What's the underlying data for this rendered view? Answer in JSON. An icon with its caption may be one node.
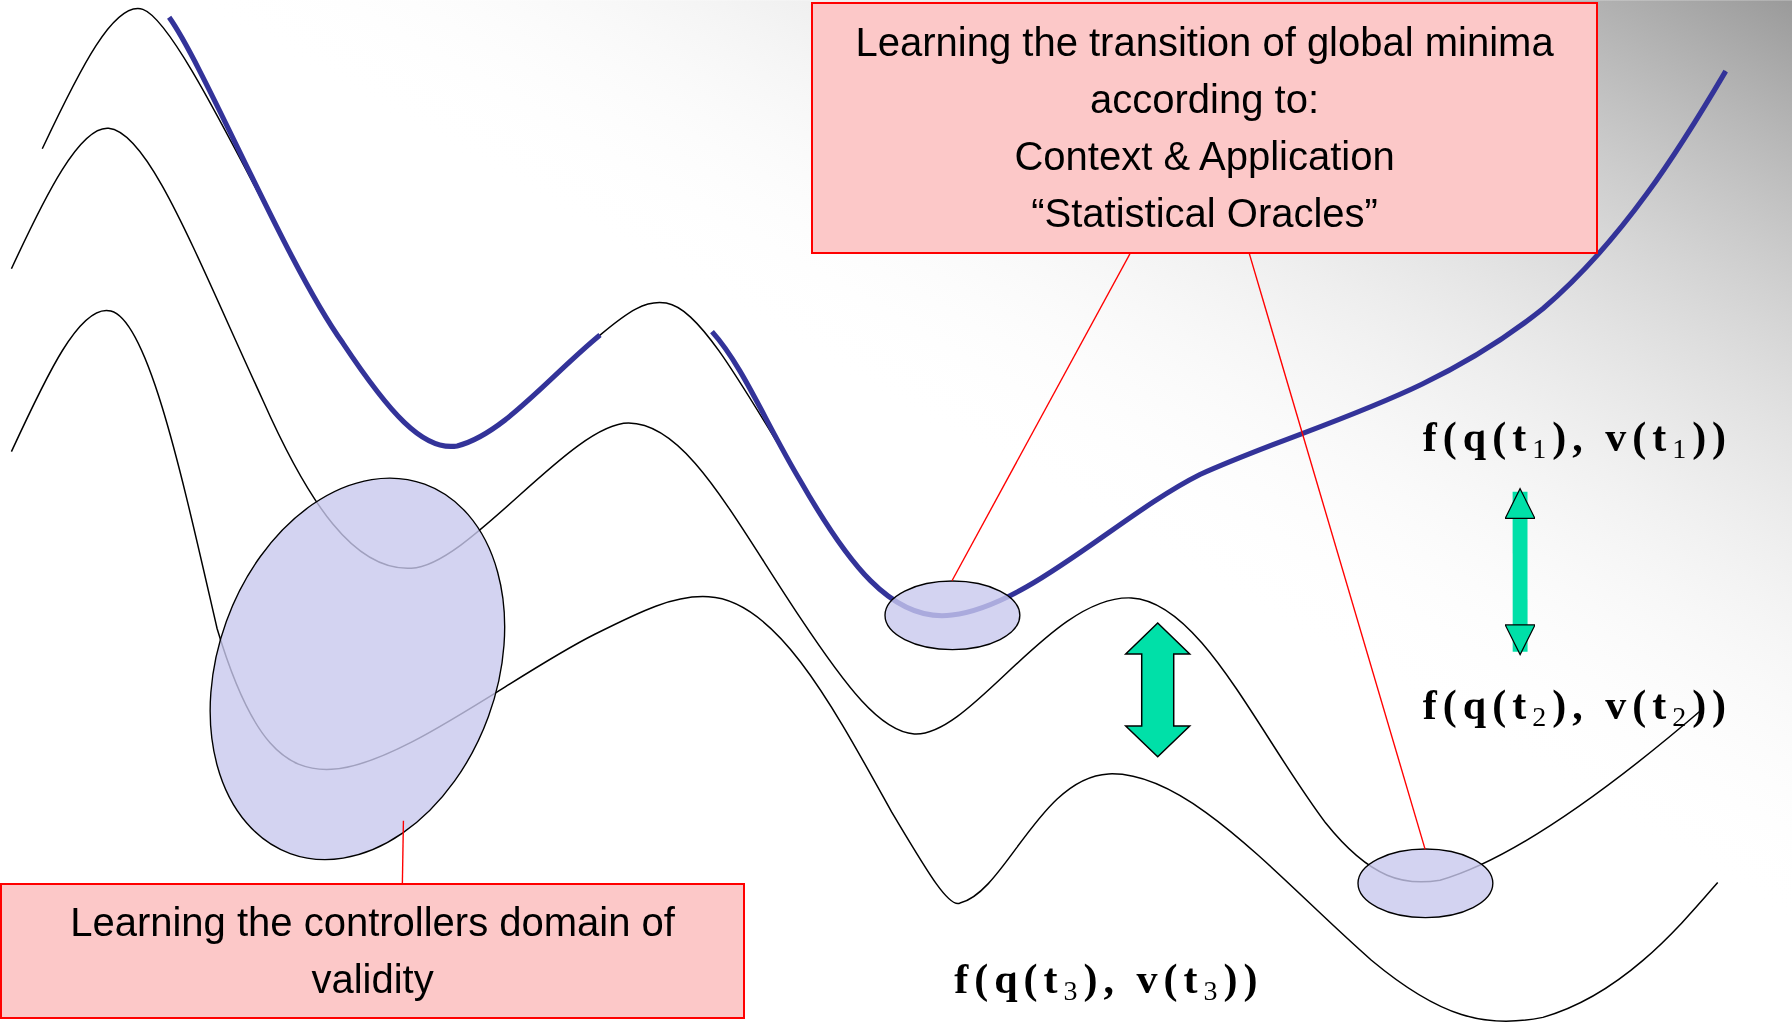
{
  "diagram": {
    "nodes": [
      {
        "text": [
          "Learning the transition of global minima according to:",
          "Context & Application",
          "“Statistical Oracles”"
        ]
      },
      {
        "text": [
          "Learning the controllers domain of validity"
        ]
      },
      {
        "text": [],
        "shape": "ellipse"
      },
      {
        "text": [],
        "shape": "ellipse"
      },
      {
        "text": [],
        "shape": "ellipse"
      },
      {
        "text": [
          "f(q(t$_{1}$), v(t$_{1}$))"
        ]
      },
      {
        "text": [
          "f(q(t$_{2}$), v(t$_{2}$))"
        ]
      },
      {
        "text": [
          "f(q(t$_{3}$), v(t$_{3}$))"
        ]
      }
    ],
    "edges": [
      {
        "from": 0,
        "to": 3,
        "arrow": "none"
      },
      {
        "from": 0,
        "to": 4,
        "arrow": "none"
      },
      {
        "from": 1,
        "to": 2,
        "arrow": "none"
      },
      {
        "from": 5,
        "to": 6,
        "arrow": "both",
        "style": "thick",
        "color": "#00e0a8"
      }
    ]
  }
}
